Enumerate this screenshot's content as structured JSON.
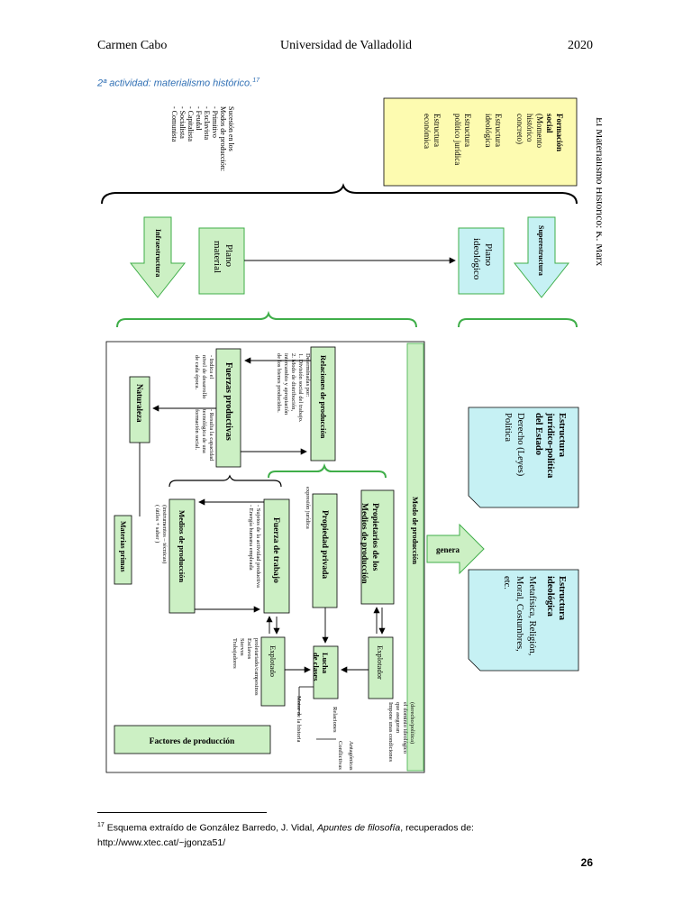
{
  "header": {
    "author": "Carmen Cabo",
    "institution": "Universidad de Valladolid",
    "year": "2020"
  },
  "activity": {
    "title": "2ª actividad: materialismo histórico.",
    "note_ref": "17"
  },
  "diagram": {
    "side_title": "El Materialismo Histórico: K. Marx",
    "formacion": [
      "Formación",
      "social",
      "(Momento",
      "histórico",
      "concreto)",
      "Estructura",
      "ideológica",
      "Estructura",
      "político jurídica",
      "Estructura",
      "económica"
    ],
    "sucesion": [
      "Sucesión en los",
      "Modos de producción:",
      "- Primitivo",
      "- Esclavista",
      "- Feudal",
      "- Capitalista",
      "- Socialista",
      "- Comunista"
    ],
    "infraestructura": "Infraestructura",
    "superestructura": "Superestructura",
    "plano_material": [
      "Plano",
      "material"
    ],
    "plano_ideologico": [
      "Plano",
      "ideológico"
    ],
    "modo_produccion": "Modo de producción",
    "relaciones": [
      "Relaciones de producción",
      "Determinadas por:",
      "1. División social del trabajo.",
      "2. Modo de distribución,",
      "intercambio y apropiación",
      "de los bienes producidos."
    ],
    "fuerzas": [
      "Fuerzas productivas",
      "- Indica el",
      "nivel de desarrollo",
      "de cada época.",
      "- Resulta la capacidad",
      "tecnológica de una",
      "formación social."
    ],
    "naturaleza": "Naturaleza",
    "materias_primas": "Materias primas",
    "medios": [
      "Medios de producción",
      "(instrumentos – técnicas)",
      "( útiles + saber )"
    ],
    "fuerza_trabajo": [
      "Fuerza de trabajo",
      "- Sujetos de la actividad productiva",
      "- Energía humana empleada"
    ],
    "propiedad": [
      "Propiedad privada",
      "expresión jurídica"
    ],
    "propietarios": [
      "Propietarios de los",
      "Medios de producción"
    ],
    "explotado": [
      "Explotado",
      "proletariado/campesinos",
      "Esclavos",
      "Siervos",
      "Trabajadores"
    ],
    "lucha": [
      "Lucha",
      "de clases"
    ],
    "explotador": [
      "Explotador",
      "Impone unas condiciones",
      "que aseguran",
      "el dominio ideológico",
      "(derecho/política)"
    ],
    "motor": "Motor de la historia",
    "relaciones_bottom": [
      "Relaciones",
      "Antagónicas",
      "Conflictivas"
    ],
    "factores": "Factores de producción",
    "genera": "genera",
    "juridica": [
      "Estructura",
      "jurídico-política",
      "del Estado",
      "Derecho (Leyes)",
      "Política"
    ],
    "ideologica": [
      "Estructura",
      "ideológica",
      "Metafísica, Religión,",
      "Moral, Costumbres,",
      "etc."
    ]
  },
  "footnote": {
    "number": "17",
    "text_before": " Esquema extraído de González Barredo, J. Vidal, ",
    "italic": "Apuntes de filosofía",
    "text_after": ", recuperados de:",
    "url": "http://www.xtec.cat/~jgonza51/"
  },
  "page_number": "26",
  "colors": {
    "yellow": "#fdfbb0",
    "green": "#ccf0c4",
    "cyan": "#c6f1f4",
    "green_line": "#3fae49",
    "accent_blue": "#2f6fb4"
  }
}
